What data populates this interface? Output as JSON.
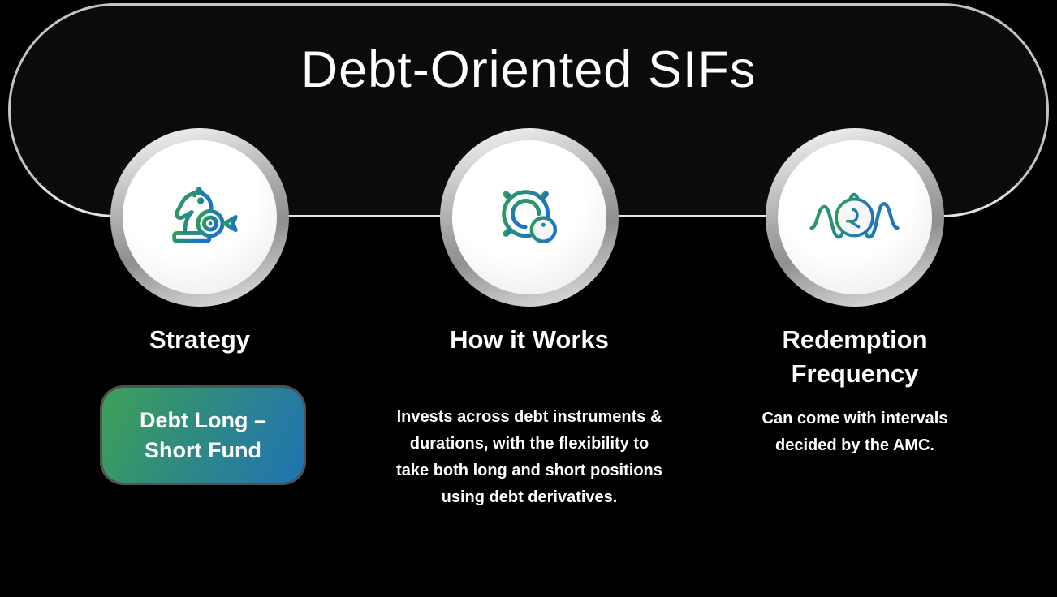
{
  "header": {
    "title": "Debt-Oriented SIFs"
  },
  "columns": [
    {
      "id": "strategy",
      "icon": "chess-knight-target-icon",
      "heading": "Strategy",
      "button_lines": [
        "Debt Long –",
        "Short Fund"
      ]
    },
    {
      "id": "how-it-works",
      "icon": "gear-info-icon",
      "heading": "How it Works",
      "body": "Invests across debt instruments & durations, with the flexibility to take both long and short positions using debt derivatives."
    },
    {
      "id": "redemption-frequency",
      "icon": "waveform-rupee-icon",
      "heading": "Redemption Frequency",
      "body": "Can come with intervals decided by the AMC."
    }
  ],
  "colors": {
    "background": "#000000",
    "panel": "#0b0b0b",
    "panel_edge": "#c9c9c9",
    "circle_ring": "#9a9a9a",
    "circle_fill": "#f5f5f5",
    "icon_gradient_start": "#2f9e4f",
    "icon_gradient_end": "#1b74c5",
    "chip_gradient_start": "#3fa057",
    "chip_gradient_end": "#2173b4",
    "text": "#ffffff"
  }
}
